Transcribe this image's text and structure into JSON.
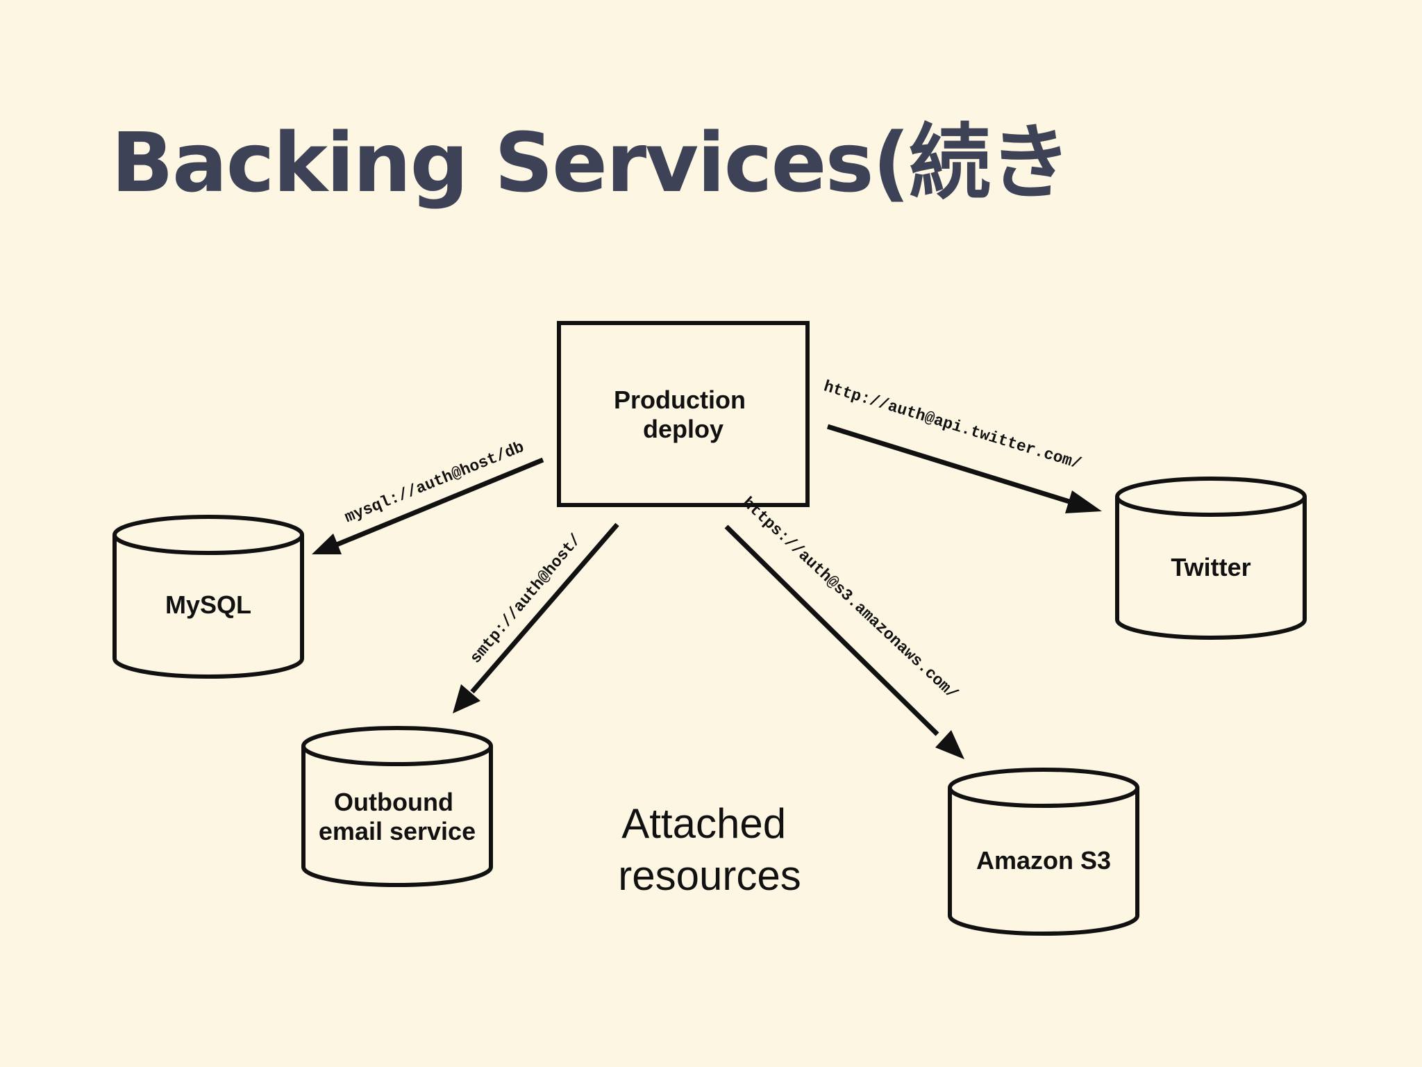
{
  "slide": {
    "title": "Backing Services(続き"
  },
  "diagram": {
    "center": {
      "label_lines": [
        "Production",
        "deploy"
      ]
    },
    "resources": {
      "mysql": {
        "label_lines": [
          "MySQL"
        ]
      },
      "email": {
        "label_lines": [
          "Outbound",
          "email service"
        ]
      },
      "twitter": {
        "label_lines": [
          "Twitter"
        ]
      },
      "s3": {
        "label_lines": [
          "Amazon S3"
        ]
      }
    },
    "edges": {
      "mysql": "mysql://auth@host/db",
      "email": "smtp://auth@host/",
      "twitter": "http://auth@api.twitter.com/",
      "s3": "https://auth@s3.amazonaws.com/"
    },
    "caption_lines": [
      "Attached",
      "resources"
    ]
  },
  "colors": {
    "background": "#fdf6e3",
    "title": "#3d4257",
    "ink": "#111111"
  }
}
